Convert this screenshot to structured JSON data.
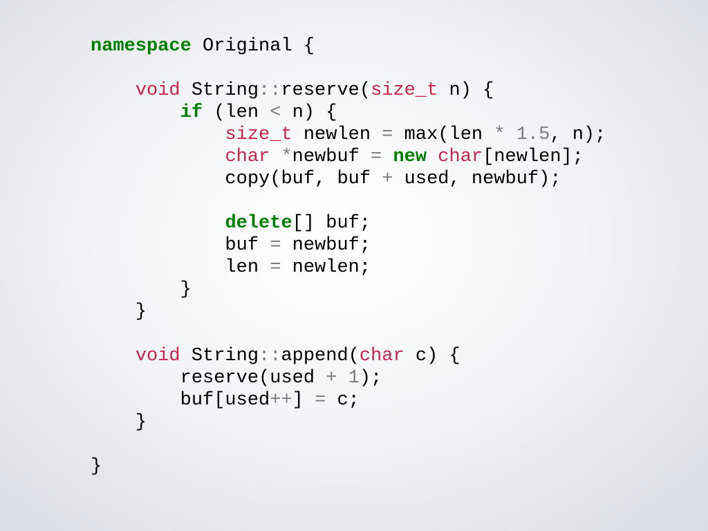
{
  "slide": {
    "lines": [
      [
        {
          "t": "namespace",
          "c": "kw"
        },
        {
          "t": " Original {",
          "c": ""
        }
      ],
      [],
      [
        {
          "t": "    ",
          "c": ""
        },
        {
          "t": "void",
          "c": "ty"
        },
        {
          "t": " String",
          "c": ""
        },
        {
          "t": "::",
          "c": "op"
        },
        {
          "t": "reserve(",
          "c": ""
        },
        {
          "t": "size_t",
          "c": "ty"
        },
        {
          "t": " n) {",
          "c": ""
        }
      ],
      [
        {
          "t": "        ",
          "c": ""
        },
        {
          "t": "if",
          "c": "kw"
        },
        {
          "t": " (len ",
          "c": ""
        },
        {
          "t": "<",
          "c": "op"
        },
        {
          "t": " n) {",
          "c": ""
        }
      ],
      [
        {
          "t": "            ",
          "c": ""
        },
        {
          "t": "size_t",
          "c": "ty"
        },
        {
          "t": " newlen ",
          "c": ""
        },
        {
          "t": "=",
          "c": "op"
        },
        {
          "t": " max(len ",
          "c": ""
        },
        {
          "t": "*",
          "c": "op"
        },
        {
          "t": " ",
          "c": ""
        },
        {
          "t": "1.5",
          "c": "num"
        },
        {
          "t": ", n);",
          "c": ""
        }
      ],
      [
        {
          "t": "            ",
          "c": ""
        },
        {
          "t": "char",
          "c": "ty"
        },
        {
          "t": " ",
          "c": ""
        },
        {
          "t": "*",
          "c": "op"
        },
        {
          "t": "newbuf ",
          "c": ""
        },
        {
          "t": "=",
          "c": "op"
        },
        {
          "t": " ",
          "c": ""
        },
        {
          "t": "new",
          "c": "kw"
        },
        {
          "t": " ",
          "c": ""
        },
        {
          "t": "char",
          "c": "ty"
        },
        {
          "t": "[newlen];",
          "c": ""
        }
      ],
      [
        {
          "t": "            copy(buf, buf ",
          "c": ""
        },
        {
          "t": "+",
          "c": "op"
        },
        {
          "t": " used, newbuf);",
          "c": ""
        }
      ],
      [],
      [
        {
          "t": "            ",
          "c": ""
        },
        {
          "t": "delete",
          "c": "kw"
        },
        {
          "t": "[] buf;",
          "c": ""
        }
      ],
      [
        {
          "t": "            buf ",
          "c": ""
        },
        {
          "t": "=",
          "c": "op"
        },
        {
          "t": " newbuf;",
          "c": ""
        }
      ],
      [
        {
          "t": "            len ",
          "c": ""
        },
        {
          "t": "=",
          "c": "op"
        },
        {
          "t": " newlen;",
          "c": ""
        }
      ],
      [
        {
          "t": "        }",
          "c": ""
        }
      ],
      [
        {
          "t": "    }",
          "c": ""
        }
      ],
      [],
      [
        {
          "t": "    ",
          "c": ""
        },
        {
          "t": "void",
          "c": "ty"
        },
        {
          "t": " String",
          "c": ""
        },
        {
          "t": "::",
          "c": "op"
        },
        {
          "t": "append(",
          "c": ""
        },
        {
          "t": "char",
          "c": "ty"
        },
        {
          "t": " c) {",
          "c": ""
        }
      ],
      [
        {
          "t": "        reserve(used ",
          "c": ""
        },
        {
          "t": "+",
          "c": "op"
        },
        {
          "t": " ",
          "c": ""
        },
        {
          "t": "1",
          "c": "num"
        },
        {
          "t": ");",
          "c": ""
        }
      ],
      [
        {
          "t": "        buf[used",
          "c": ""
        },
        {
          "t": "++",
          "c": "op"
        },
        {
          "t": "] ",
          "c": ""
        },
        {
          "t": "=",
          "c": "op"
        },
        {
          "t": " c;",
          "c": ""
        }
      ],
      [
        {
          "t": "    }",
          "c": ""
        }
      ],
      [],
      [
        {
          "t": "}",
          "c": ""
        }
      ]
    ],
    "colors": {
      "keyword": "#008000",
      "type": "#c5254a",
      "operator": "#7d7d7d",
      "text": "#000000"
    }
  }
}
